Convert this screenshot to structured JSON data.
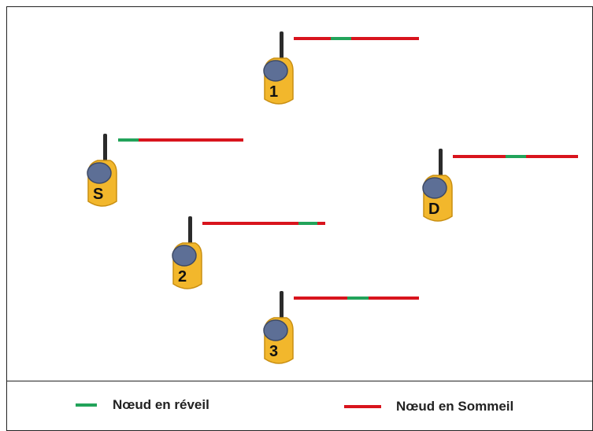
{
  "colors": {
    "awake": "#22a35a",
    "sleep": "#d8141d",
    "body": "#f2b72c",
    "body_dark": "#c98f12",
    "screen": "#5d6f96",
    "antenna": "#2b2b2b"
  },
  "nodes": [
    {
      "label": "1",
      "icon": "sensor-node-icon"
    },
    {
      "label": "S",
      "icon": "sensor-node-icon"
    },
    {
      "label": "D",
      "icon": "sensor-node-icon"
    },
    {
      "label": "2",
      "icon": "sensor-node-icon"
    },
    {
      "label": "3",
      "icon": "sensor-node-icon"
    }
  ],
  "legend": {
    "awake_label": "Nœud en réveil",
    "sleep_label": "Nœud en Sommeil"
  }
}
